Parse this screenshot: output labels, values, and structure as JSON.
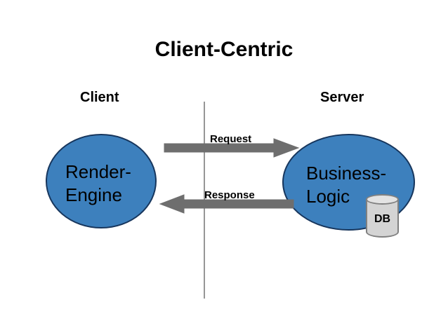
{
  "diagram": {
    "title": "Client-Centric",
    "background_color": "#ffffff",
    "node_fill_color": "#3d80bd",
    "node_stroke_color": "#17365d",
    "arrow_color": "#6e6e6e",
    "divider_color": "#969696",
    "db_fill_color": "#d4d4d4",
    "db_stroke_color": "#808080"
  },
  "sides": {
    "client": {
      "label": "Client"
    },
    "server": {
      "label": "Server"
    }
  },
  "nodes": {
    "client": {
      "name": "render-engine",
      "line1": "Render-",
      "line2": "Engine"
    },
    "server": {
      "name": "business-logic",
      "line1": "Business-",
      "line2": "Logic"
    }
  },
  "database": {
    "label": "DB"
  },
  "arrows": [
    {
      "name": "request",
      "label": "Request",
      "direction": "right",
      "from": "client",
      "to": "server"
    },
    {
      "name": "response",
      "label": "Response",
      "direction": "left",
      "from": "server",
      "to": "client"
    }
  ]
}
